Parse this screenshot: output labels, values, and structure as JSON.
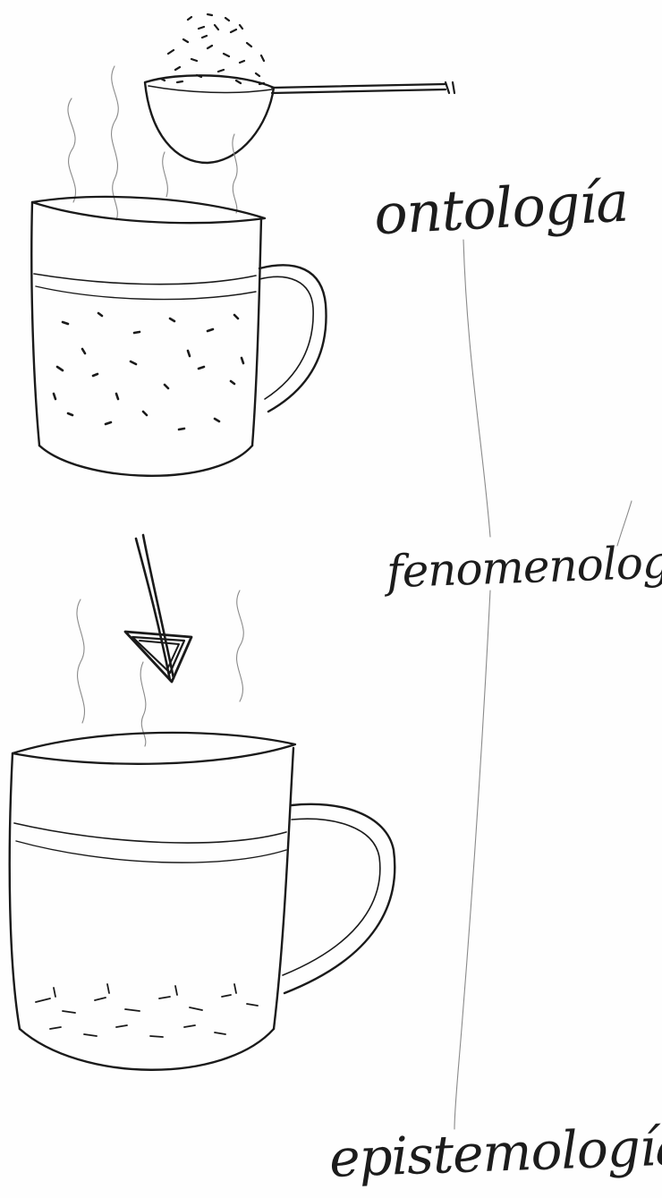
{
  "labels": {
    "top": "ontología",
    "middle": "fenomenología",
    "bottom": "epistemología"
  },
  "colors": {
    "paper": "#fefefe",
    "ink": "#1a1a1a",
    "pencil": "#8a8a8a"
  },
  "icons": [
    "spoon-icon",
    "steam-icon",
    "mug-icon",
    "arrow-down-icon"
  ]
}
